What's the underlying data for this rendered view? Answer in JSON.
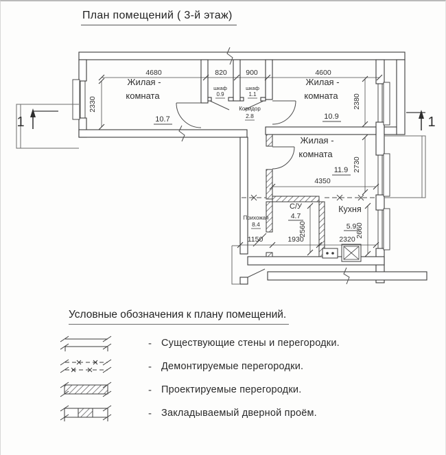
{
  "document": {
    "title": "План помещений ( 3-й этаж)"
  },
  "plan": {
    "section_marker": "1",
    "rooms": {
      "living_left": {
        "name_line1": "Жилая -",
        "name_line2": "комната",
        "area": "10.7"
      },
      "living_right": {
        "name_line1": "Жилая -",
        "name_line2": "комната",
        "area": "10.9"
      },
      "living_mid": {
        "name_line1": "Жилая -",
        "name_line2": "комната",
        "area": "11.9"
      },
      "closet_left": {
        "name": "шкаф",
        "area": "0.9"
      },
      "closet_right": {
        "name": "шкаф",
        "area": "1.1"
      },
      "corridor": {
        "name": "Коридор",
        "area": "2.8"
      },
      "hallway": {
        "name": "Прихожая",
        "area": "8.4"
      },
      "bathroom": {
        "name": "С/У",
        "area": "4.7"
      },
      "kitchen": {
        "name": "Кухня",
        "area": "5.9"
      }
    },
    "dims": {
      "top_1": "4680",
      "top_2": "820",
      "top_3": "900",
      "top_4": "4600",
      "left_v": "2330",
      "right_v1": "2380",
      "right_v2": "2730",
      "mid_w": "4350",
      "bath_v": "2560",
      "kitchen_v": "2660",
      "bottom_1": "1150",
      "bottom_2": "1930",
      "bottom_3": "2320"
    }
  },
  "legend": {
    "title": "Условные обозначения к плану помещений.",
    "bullet": "-",
    "items": [
      {
        "label": "Существующие стены и перегородки."
      },
      {
        "label": "Демонтируемые перегородки."
      },
      {
        "label": "Проектируемые перегородки."
      },
      {
        "label": "Закладываемый дверной проём."
      }
    ]
  }
}
